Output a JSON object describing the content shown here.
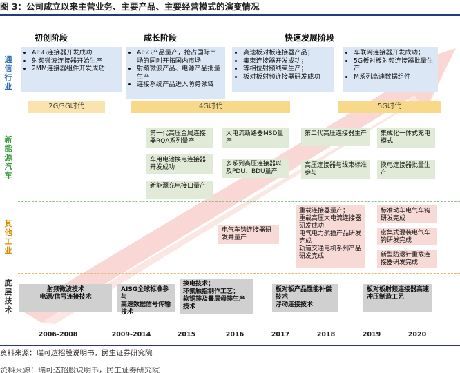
{
  "title": "图 3：公司成立以来主营业务、主要产品、主要经营模式的演变情况",
  "stages": [
    "初创阶段",
    "成长阶段",
    "快速发展阶段"
  ],
  "row_labels": {
    "comm": "通信行业",
    "nev": "新能源汽车",
    "ind": "其他工业",
    "base": "底层技术"
  },
  "comm": {
    "box1": [
      "AISG连接器开发成功",
      "射频微波连接器开始生产",
      "2MM连接器组件开发成功"
    ],
    "box2": [
      "AISG产品量产，抢占国际市场的同时开拓国内市场",
      "射频微波产品、电源产品批量生产",
      "连接系统产品进入防务领域"
    ],
    "box3": [
      "高速板对板连接器产品；",
      "集束连接器开发成功；",
      "等相位射频线束生产；",
      "板对板射频连接器研发成功"
    ],
    "box4": [
      "车联网连接器开发成功；",
      "5G板对板射频连接器批量生产",
      "M系列高速数据组件"
    ]
  },
  "eras": [
    "2G/3G时代",
    "4G时代",
    "5G时代"
  ],
  "nev": {
    "a": "第一代高压金属连接器RQA系列量产",
    "b": "车用电池换电连接器开发成功",
    "c": "新能源充电接口量产",
    "d": "大电流断路器MSD量产",
    "e": "多系列高压连接器以及PDU、BDU量产",
    "f": "第二代高压连接器生产",
    "g": "高压连接器与线束标准参与",
    "h": "集成化一体式充电模式",
    "i": "换电连接器批量生产"
  },
  "ind": {
    "a": "电气车钩连接器研发并量产",
    "b": "重载连接器量产；",
    "c": "重载高压大电流连接器研发成功",
    "d": "电气电力航插产品研发完成",
    "e": "轨道交通电机系列产品研发完成",
    "f": "标准动车电气车钩研发完成",
    "g": "密集式混装电气车钩研发完成",
    "h": "新型防退针重载连接器研发完成"
  },
  "base": {
    "a": "射频微波技术\n电源/信号连接技术",
    "b": "AISG全球标准参与\n高速数据信号传输技术",
    "c": "换电技术；\n环氟触指制作工艺；\n软铜排及叠层母排生产技术",
    "d": "板对板产品性能补偿技术\n浮动连接技术",
    "e": "板对板射频连接器高速冲压制造工艺"
  },
  "years": [
    "2006-2008",
    "2009-2014",
    "2015",
    "2016",
    "2017",
    "2018",
    "2019",
    "2020"
  ],
  "source": "资料来源：瑞可达招股说明书，民生证券研究院",
  "footer_cut": "资料来源：瑞可达招股说明书，民生证券研究院"
}
